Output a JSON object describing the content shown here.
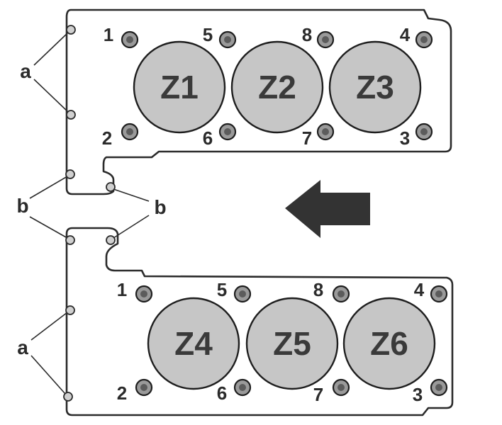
{
  "upper_bank": {
    "cylinders": [
      "Z1",
      "Z2",
      "Z3"
    ],
    "bolts_top": [
      "1",
      "5",
      "8",
      "4"
    ],
    "bolts_bottom": [
      "2",
      "6",
      "7",
      "3"
    ]
  },
  "lower_bank": {
    "cylinders": [
      "Z4",
      "Z5",
      "Z6"
    ],
    "bolts_top": [
      "1",
      "5",
      "8",
      "4"
    ],
    "bolts_bottom": [
      "2",
      "6",
      "7",
      "3"
    ]
  },
  "labels": {
    "a": "a",
    "b": "b"
  },
  "colors": {
    "cylinder": "#c6c6c6",
    "bolt": "#9a9a9a",
    "arrow": "#333333",
    "outline": "#2b2b2b"
  }
}
